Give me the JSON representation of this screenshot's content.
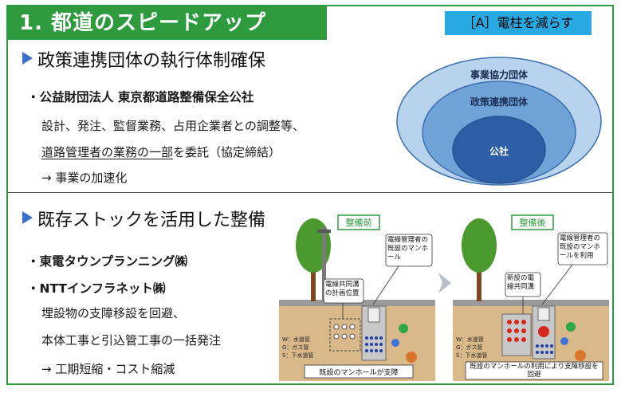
{
  "title": "1. 都道のスピードアップ",
  "tag": "［A］電柱を減らす",
  "section1": {
    "heading": "政策連携団体の執行体制確保",
    "org": "・公益財団法人 東京都道路整備保全公社",
    "desc1": "設計、発注、監督業務、占用企業者との調整等、",
    "desc2_underlined": "道路管理者の業務の一部",
    "desc2_rest": "を委託（協定締結）",
    "result": "→ 事業の加速化"
  },
  "diagram": {
    "outer": "事業協力団体",
    "middle": "政策連携団体",
    "inner": "公社",
    "colors": {
      "outer": "#b7d3ee",
      "middle": "#6fa3d8",
      "inner": "#2e5ea6"
    }
  },
  "section2": {
    "heading": "既存ストックを活用した整備",
    "org1": "・東電タウンプランニング㈱",
    "org2": "・NTTインフラネット㈱",
    "desc1": "埋設物の支障移設を回避、",
    "desc2": "本体工事と引込管工事の一括発注",
    "result": "→ 工期短縮・コスト縮減"
  },
  "before": {
    "label": "整備前",
    "callout_manhole": "電線管理者の既設のマンホール",
    "callout_plan": "電線共同溝の計画位置",
    "legend": [
      "W：水道管",
      "G：ガス管",
      "S：下水道管"
    ],
    "caption": "既設のマンホールが支障"
  },
  "after": {
    "label": "整備後",
    "callout_manhole": "電線管理者の既設のマンホールを利用",
    "callout_new": "新設の電線共同溝",
    "legend": [
      "W：水道管",
      "G：ガス管",
      "S：下水道管"
    ],
    "caption": "既設のマンホールの利用により支障移設を回避"
  }
}
